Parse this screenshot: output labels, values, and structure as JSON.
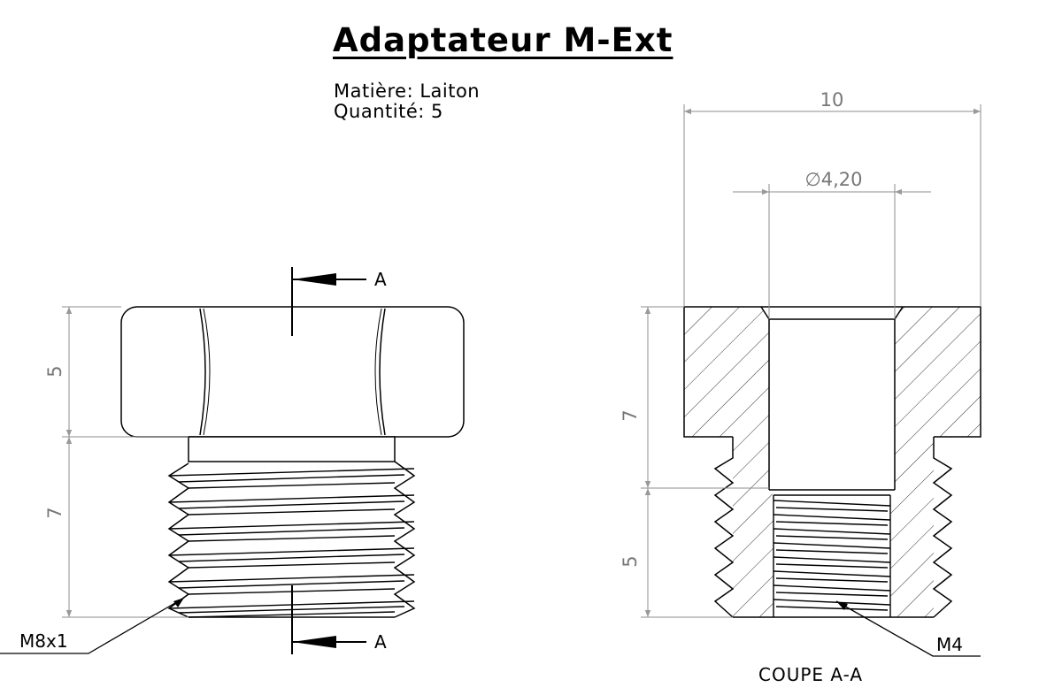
{
  "drawing": {
    "title": "Adaptateur M-Ext",
    "material": "Matière: Laiton",
    "quantity": "Quantité: 5"
  },
  "dimensions": {
    "width": "10",
    "bore_diameter": "∅4,20",
    "left_hex_height": "5",
    "left_thread_length": "7",
    "right_bore_depth": "7",
    "right_thread_depth": "5"
  },
  "callouts": {
    "external_thread": "M8x1",
    "internal_thread": "M4",
    "section_marker": "A",
    "section_label": "COUPE A-A"
  }
}
